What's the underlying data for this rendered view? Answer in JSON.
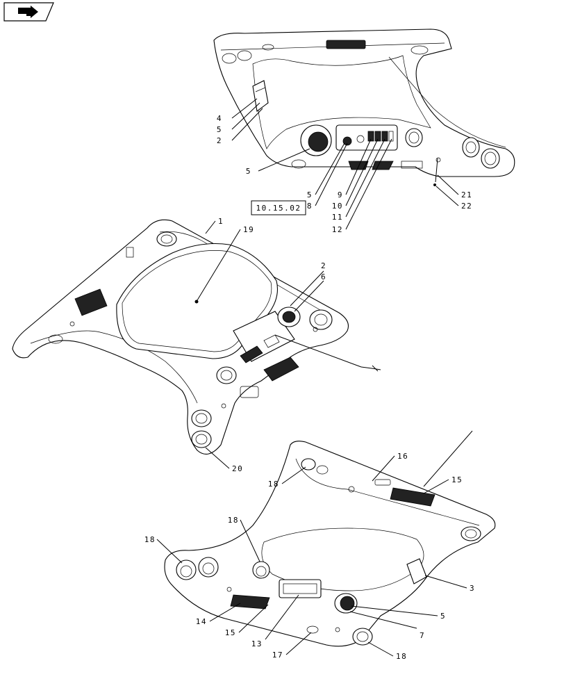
{
  "reference_box": "10.15.02",
  "callouts": {
    "top": [
      "4",
      "5",
      "2",
      "5",
      "5",
      "8",
      "9",
      "10",
      "11",
      "12",
      "21",
      "22"
    ],
    "middle": [
      "1",
      "19",
      "2",
      "6",
      "20"
    ],
    "bottom": [
      "16",
      "15",
      "18",
      "18",
      "18",
      "3",
      "5",
      "7",
      "14",
      "15",
      "13",
      "17",
      "18"
    ]
  }
}
